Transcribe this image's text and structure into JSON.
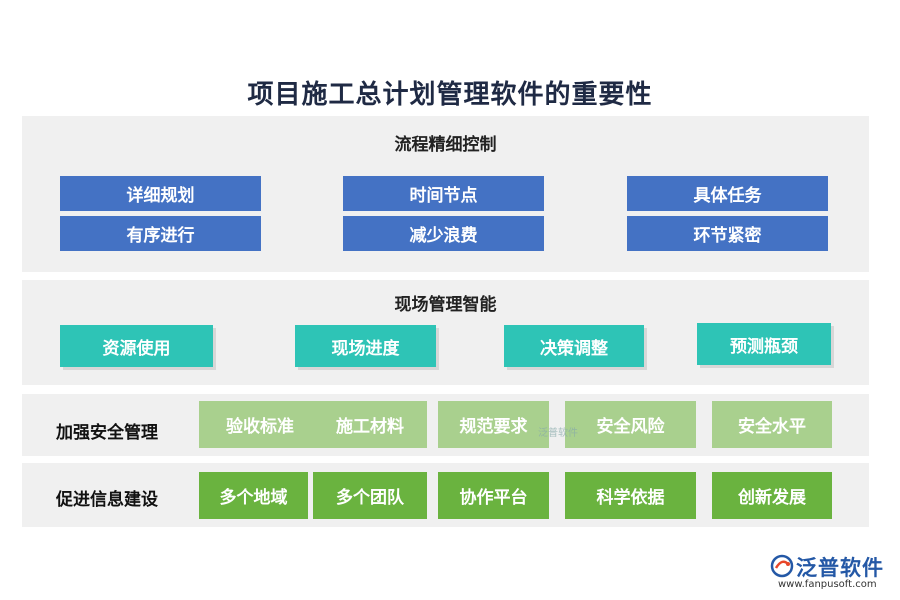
{
  "title": "项目施工总计划管理软件的重要性",
  "section1": {
    "title": "流程精细控制",
    "items": [
      "详细规划",
      "时间节点",
      "具体任务",
      "有序进行",
      "减少浪费",
      "环节紧密"
    ]
  },
  "section2": {
    "title": "现场管理智能",
    "items": [
      "资源使用",
      "现场进度",
      "决策调整",
      "预测瓶颈"
    ]
  },
  "row3": {
    "label": "加强安全管理",
    "items": [
      "验收标准",
      "施工材料",
      "规范要求",
      "安全风险",
      "安全水平"
    ]
  },
  "row4": {
    "label": "促进信息建设",
    "items": [
      "多个地域",
      "多个团队",
      "协作平台",
      "科学依据",
      "创新发展"
    ]
  },
  "watermark": "泛普软件",
  "logo": {
    "name": "泛普软件",
    "url": "www.fanpusoft.com"
  },
  "colors": {
    "blue": "#4472c4",
    "teal": "#2ec4b6",
    "light_green": "#a9d08e",
    "green": "#6ab33f",
    "panel_bg": "#f0f0f0"
  }
}
